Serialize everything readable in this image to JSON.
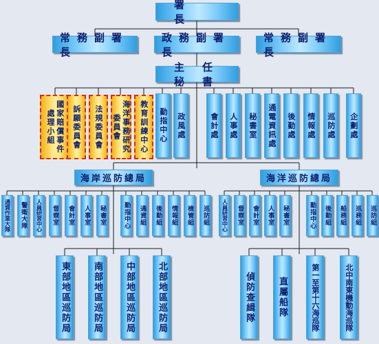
{
  "head": "署　長",
  "deputies": [
    "常務副署長",
    "政務副署長",
    "常務副署長"
  ],
  "secretary": "主任秘書",
  "committees": [
    "國家賠償事件處理小組",
    "訴願委員會",
    "法規委員會",
    "海洋事務研究委員會",
    "教育訓練中心"
  ],
  "left_departments": [
    "勤指中心",
    "政風處"
  ],
  "right_departments": [
    "會計處",
    "人事處",
    "秘書室",
    "通電資訊處",
    "後勤處",
    "情報處",
    "巡防處",
    "企劃處"
  ],
  "coast_command": {
    "name": "海岸巡防總局",
    "units_left": [
      "通資作業大隊",
      "警衛大隊",
      "人員研習中心",
      "督察室",
      "會計室",
      "人事室",
      "秘書室"
    ],
    "units_right": [
      "勤指中心",
      "通資組",
      "後勤組",
      "情報組",
      "檢管組",
      "巡防組"
    ],
    "bureaus": [
      "東部地區巡防局",
      "南部地區巡防局",
      "中部地區巡防局",
      "北部地區巡防局"
    ]
  },
  "ocean_command": {
    "name": "海洋巡防總局",
    "units_left": [
      "人員研習中心",
      "督察室",
      "會計室",
      "人事室",
      "秘書室"
    ],
    "units_right": [
      "勤指中心",
      "後勤組",
      "船務組",
      "巡務組",
      "巡防組"
    ],
    "fleets": [
      "偵防查緝隊",
      "直屬船隊",
      "第一至第十六海巡隊",
      "北中南東機動海巡隊"
    ]
  }
}
